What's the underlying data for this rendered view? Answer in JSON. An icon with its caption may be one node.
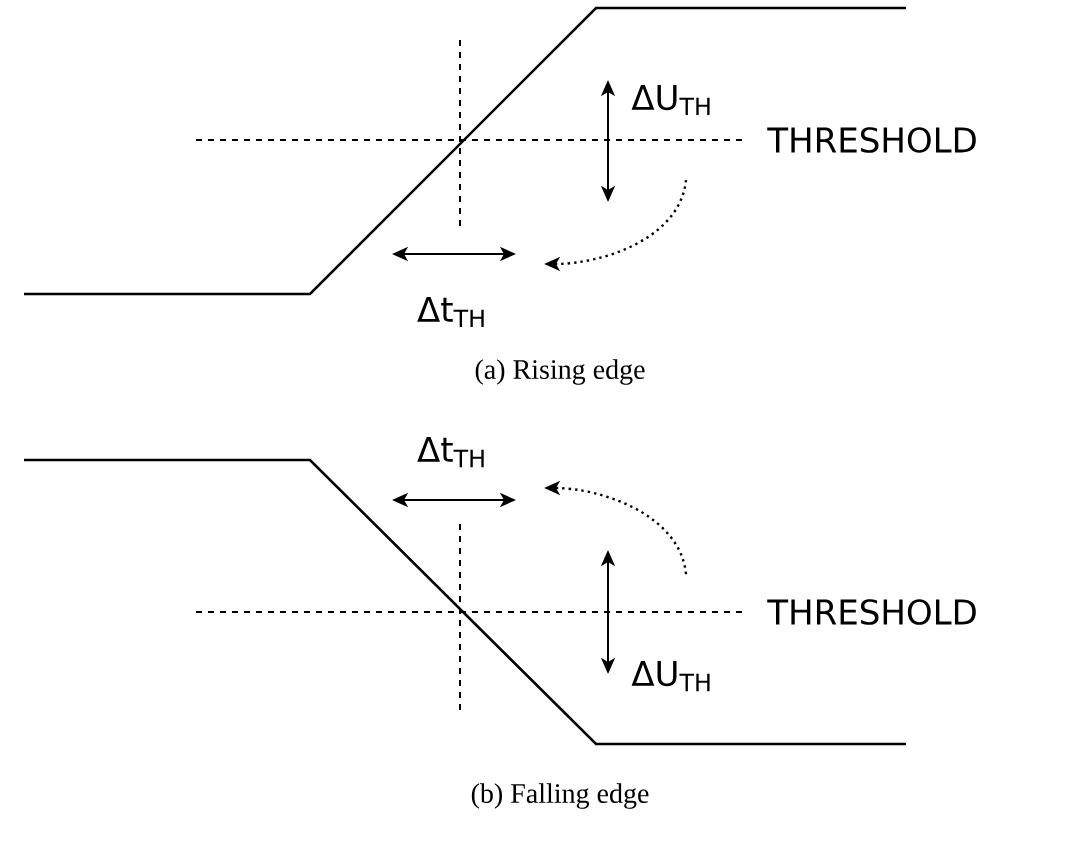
{
  "diagram": {
    "labels": [
      "ΔU$_{TH}$",
      "THRESHOLD",
      "Δt$_{TH}$",
      "(a) Rising edge",
      "Δt$_{TH}$",
      "THRESHOLD",
      "ΔU$_{TH}$",
      "(b) Falling edge"
    ]
  }
}
